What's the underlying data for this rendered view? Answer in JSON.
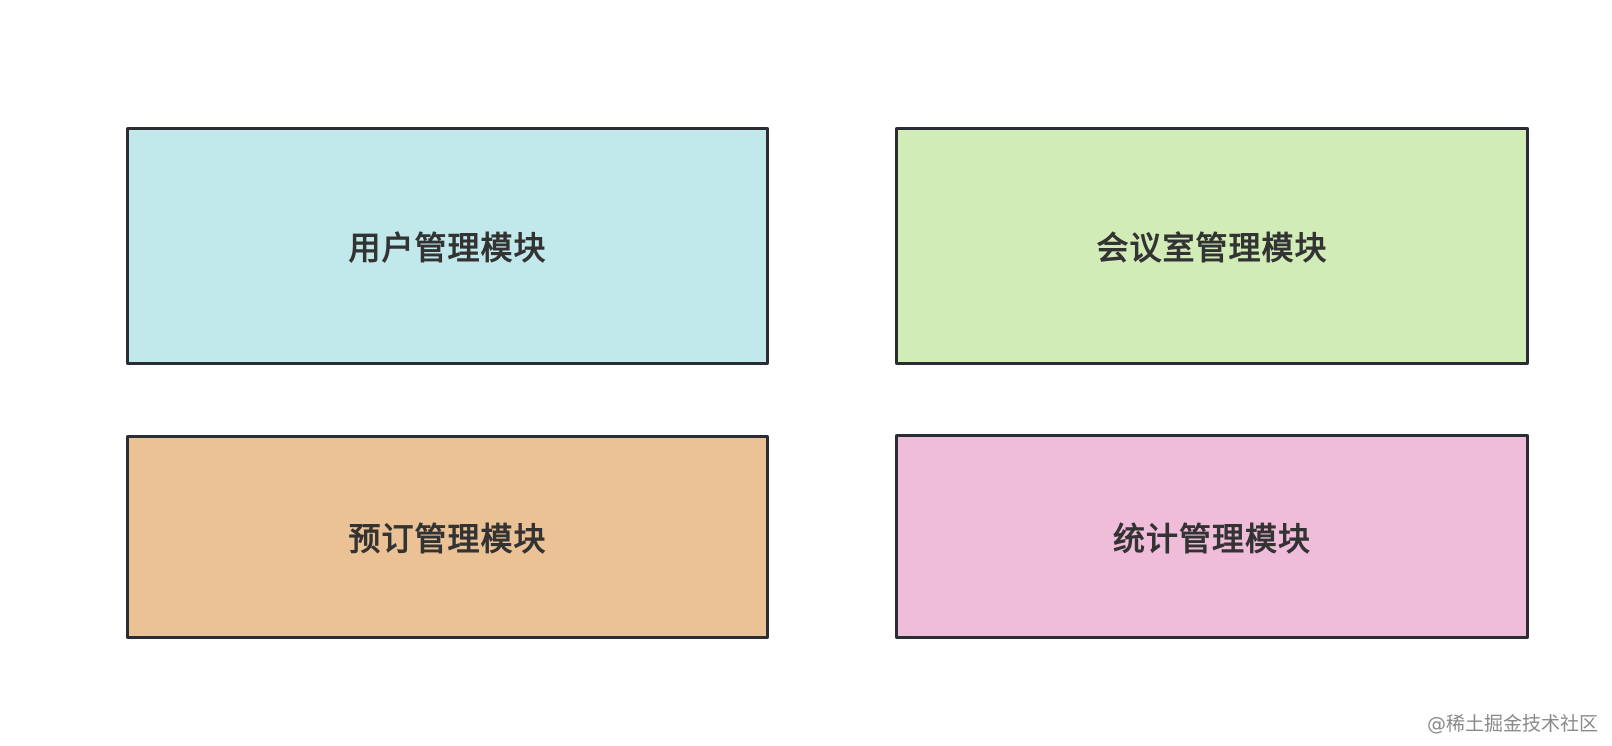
{
  "modules": [
    {
      "label": "用户管理模块",
      "color": "#c1e9eb"
    },
    {
      "label": "会议室管理模块",
      "color": "#d2ecb8"
    },
    {
      "label": "预订管理模块",
      "color": "#eac296"
    },
    {
      "label": "统计管理模块",
      "color": "#efbdda"
    }
  ],
  "border_color": "#2a2d33",
  "watermark": "@稀土掘金技术社区"
}
